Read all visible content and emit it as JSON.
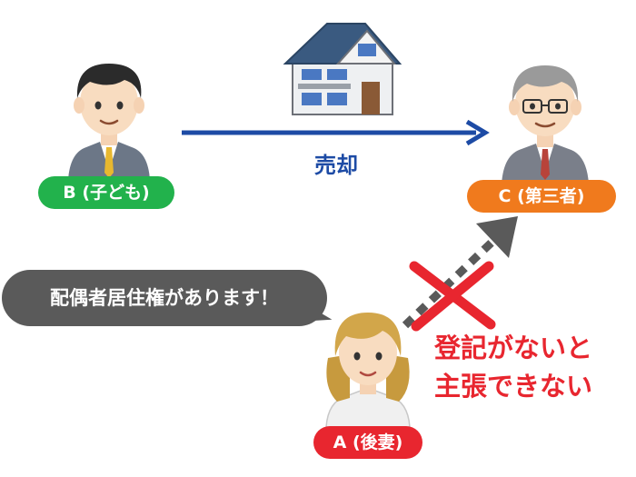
{
  "labels": {
    "b": "B (子ども)",
    "c": "C (第三者)",
    "a": "A (後妻)"
  },
  "arrow_label": "売却",
  "speech": "配偶者居住権があります！",
  "note": [
    "登記がないと",
    "主張できない"
  ],
  "colors": {
    "b_badge": "#22b24c",
    "c_badge": "#f07a1d",
    "a_badge": "#e8262f",
    "sale_arrow": "#1d4ba5",
    "speech_bubble": "#5a5a5a",
    "cross": "#e8262f",
    "dotted_arrow": "#5a5a5a"
  },
  "icons": {
    "person_b": "man-with-black-hair-icon",
    "person_c": "older-man-with-glasses-icon",
    "person_a": "woman-icon",
    "house": "house-icon",
    "cross": "cross-mark-icon"
  }
}
